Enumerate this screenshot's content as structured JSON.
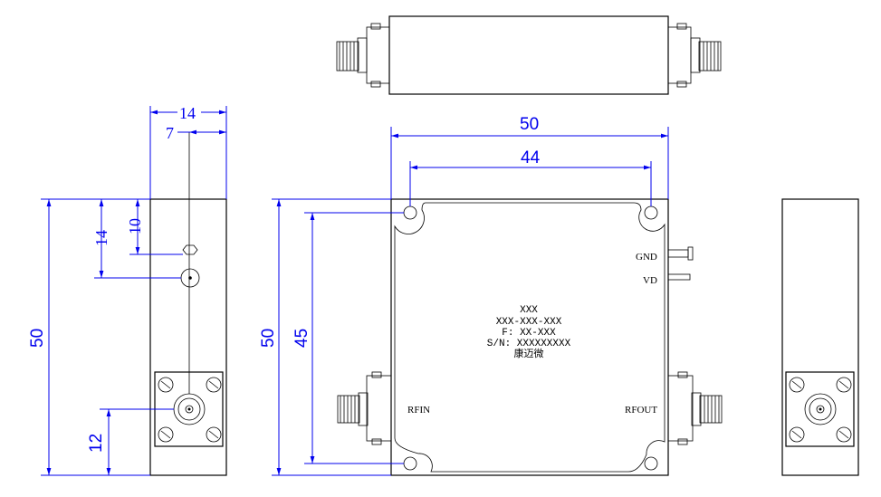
{
  "dimensions": {
    "side_width": "14",
    "side_half": "7",
    "side_hole_from_top": "10",
    "side_conn_from_top": "14",
    "side_height": "50",
    "side_conn_from_bottom": "12",
    "front_width": "50",
    "front_hole_spacing_x": "44",
    "front_height": "50",
    "front_hole_spacing_y": "45"
  },
  "labels": {
    "gnd": "GND",
    "vd": "VD",
    "rfin": "RFIN",
    "rfout": "RFOUT"
  },
  "marking": {
    "line1": "XXX",
    "line2": "XXX-XXX-XXX",
    "line3": "F: XX-XXX",
    "line4": "S/N: XXXXXXXXX",
    "line5": "康迈微"
  }
}
